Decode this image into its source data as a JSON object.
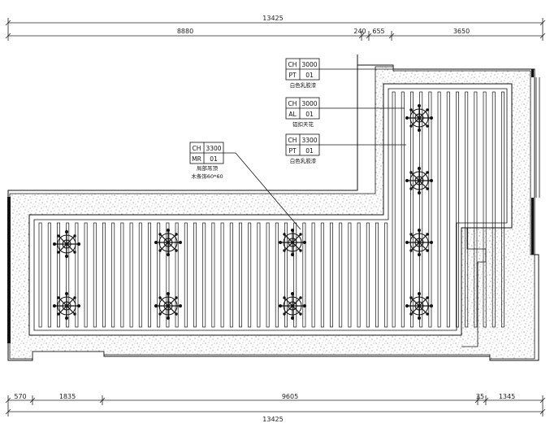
{
  "dimensions": {
    "top_total": "13425",
    "top_segments": [
      "8880",
      "240",
      "655",
      "3650"
    ],
    "bottom_segments": [
      "570",
      "1835",
      "9605",
      "35",
      "1345"
    ],
    "bottom_total": "13425"
  },
  "tags": [
    {
      "code": "CH",
      "value": "3000",
      "code2": "PT",
      "value2": "01",
      "note": "白色乳胶漆",
      "note2": ""
    },
    {
      "code": "CH",
      "value": "3000",
      "code2": "AL",
      "value2": "01",
      "note": "铝扣天花",
      "note2": ""
    },
    {
      "code": "CH",
      "value": "3300",
      "code2": "PT",
      "value2": "01",
      "note": "白色乳胶漆",
      "note2": ""
    },
    {
      "code": "CH",
      "value": "3300",
      "code2": "MR",
      "value2": "01",
      "note": "局部吊顶",
      "note2": "木条饰60*60"
    }
  ]
}
